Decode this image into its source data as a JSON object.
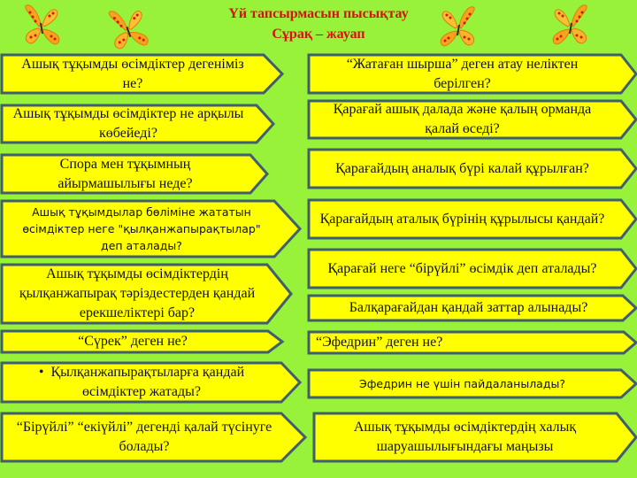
{
  "header": {
    "title_line1": "Үй тапсырмасын пысықтау",
    "title_line2": "Сұрақ – жауап",
    "decorations": [
      "butterfly-icon",
      "butterfly-icon",
      "butterfly-icon",
      "butterfly-icon"
    ]
  },
  "colors": {
    "background": "#98f23a",
    "arrow_fill": "#ffff00",
    "arrow_border": "#3f5f6f",
    "title_color": "#d4130f"
  },
  "left_questions": [
    {
      "text": "Ашық тұқымды өсімдіктер дегеніміз не?"
    },
    {
      "text": "Ашық тұқымды өсімдіктер не арқылы көбейеді?"
    },
    {
      "text": "Спора мен тұқымның айырмашылығы неде?"
    },
    {
      "text": "Ашық тұқымдылар бөліміне жататын өсімдіктер неге \"қылқанжапырақтылар\" деп аталады?"
    },
    {
      "text": "Ашық тұқымды өсімдіктердің қылқанжапырақ тәріздестерден қандай ерекшеліктері бар?"
    },
    {
      "text": "“Сүрек” деген не?"
    },
    {
      "text": "Қылқанжапырақтыларға қандай өсімдіктер жатады?"
    },
    {
      "text": "“Бірүйлі” “екіүйлі” дегенді қалай түсінуге болады?"
    }
  ],
  "right_questions": [
    {
      "text": "“Жатаған шырша” деген атау неліктен берілген?"
    },
    {
      "text": "Қарағай ашық далада және қалың орманда қалай өседі?"
    },
    {
      "text": "Қарағайдың аналық бүрі калай құрылған?"
    },
    {
      "text": "Қарағайдың аталық бүрінің құрылысы қандай?"
    },
    {
      "text": "Қарағай неге “бірүйлі” өсімдік деп аталады?"
    },
    {
      "text": "Балқарағайдан қандай заттар алынады?"
    },
    {
      "text": "“Эфедрин” деген не?"
    },
    {
      "text": "Эфедрин не үшін пайдаланылады?"
    },
    {
      "text": "Ашық тұқымды өсімдіктердің халық шаруашылығындағы маңызы"
    }
  ]
}
